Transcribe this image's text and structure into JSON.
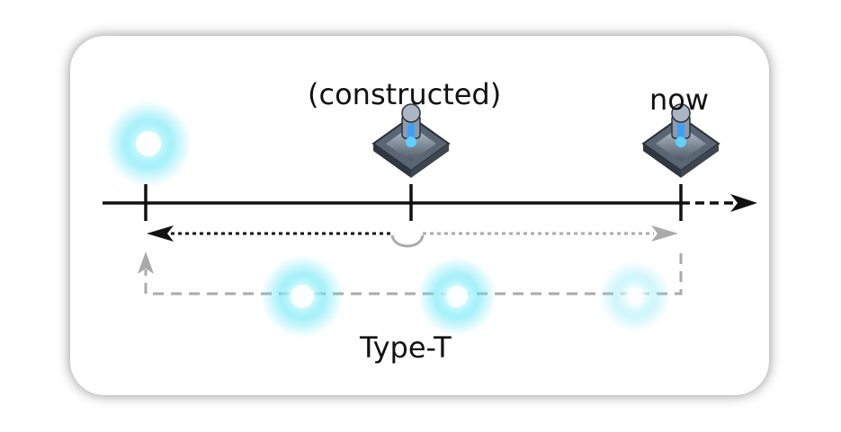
{
  "labels": {
    "constructed": "(constructed)",
    "now": "now",
    "type": "Type-T"
  },
  "icons": {
    "portal": "glowing-portal-icon",
    "structure": "machine-structure-icon"
  },
  "colors": {
    "timeline": "#111111",
    "forward_arrow": "#111111",
    "return_arrow_gray": "#aaaaaa",
    "glow": "#5fe6f5"
  }
}
